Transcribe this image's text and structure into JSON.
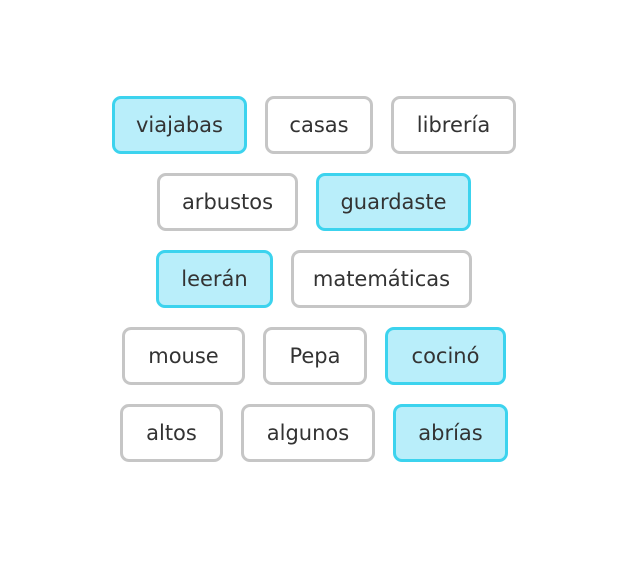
{
  "colors": {
    "tile_border": "#c6c6c6",
    "tile_background": "#ffffff",
    "selected_border": "#3cd3ee",
    "selected_background": "#b9eefa",
    "text": "#333333"
  },
  "words": [
    {
      "label": "viajabas",
      "selected": true
    },
    {
      "label": "casas",
      "selected": false
    },
    {
      "label": "librería",
      "selected": false
    },
    {
      "label": "arbustos",
      "selected": false
    },
    {
      "label": "guardaste",
      "selected": true
    },
    {
      "label": "leerán",
      "selected": true
    },
    {
      "label": "matemáticas",
      "selected": false
    },
    {
      "label": "mouse",
      "selected": false
    },
    {
      "label": "Pepa",
      "selected": false
    },
    {
      "label": "cocinó",
      "selected": true
    },
    {
      "label": "altos",
      "selected": false
    },
    {
      "label": "algunos",
      "selected": false
    },
    {
      "label": "abrías",
      "selected": true
    }
  ]
}
